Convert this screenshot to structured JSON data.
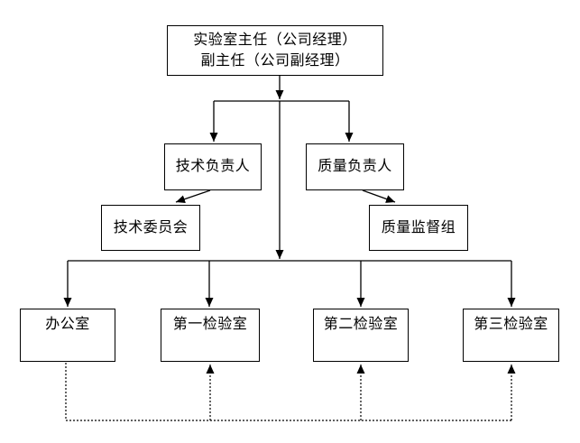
{
  "page": {
    "background": "#ffffff"
  },
  "diagram": {
    "type": "org-chart",
    "nodes": {
      "director": {
        "line1": "实验室主任（公司经理）",
        "line2": "副主任（公司副经理）"
      },
      "technical_lead": {
        "label": "技术负责人"
      },
      "quality_lead": {
        "label": "质量负责人"
      },
      "technical_committee": {
        "label": "技术委员会"
      },
      "quality_supervision": {
        "label": "质量监督组"
      },
      "office": {
        "label": "办公室"
      },
      "lab_1": {
        "label": "第一检验室"
      },
      "lab_2": {
        "label": "第二检验室"
      },
      "lab_3": {
        "label": "第三检验室"
      }
    },
    "edges": [
      {
        "from": "director",
        "to": "technical_lead",
        "style": "solid-arrow"
      },
      {
        "from": "director",
        "to": "quality_lead",
        "style": "solid-arrow"
      },
      {
        "from": "technical_lead",
        "to": "technical_committee",
        "style": "solid-arrow"
      },
      {
        "from": "quality_lead",
        "to": "quality_supervision",
        "style": "solid-arrow"
      },
      {
        "from": "director",
        "to": "office",
        "style": "solid-arrow"
      },
      {
        "from": "director",
        "to": "lab_1",
        "style": "solid-arrow"
      },
      {
        "from": "director",
        "to": "lab_2",
        "style": "solid-arrow"
      },
      {
        "from": "director",
        "to": "lab_3",
        "style": "solid-arrow"
      },
      {
        "from": "office",
        "to": "lab_1",
        "style": "dotted-arrow"
      },
      {
        "from": "office",
        "to": "lab_2",
        "style": "dotted-arrow"
      },
      {
        "from": "office",
        "to": "lab_3",
        "style": "dotted-arrow"
      }
    ],
    "colors": {
      "background": "#ffffff",
      "box_fill": "#ffffff",
      "box_border": "#000000",
      "line": "#000000",
      "text": "#000000"
    }
  }
}
